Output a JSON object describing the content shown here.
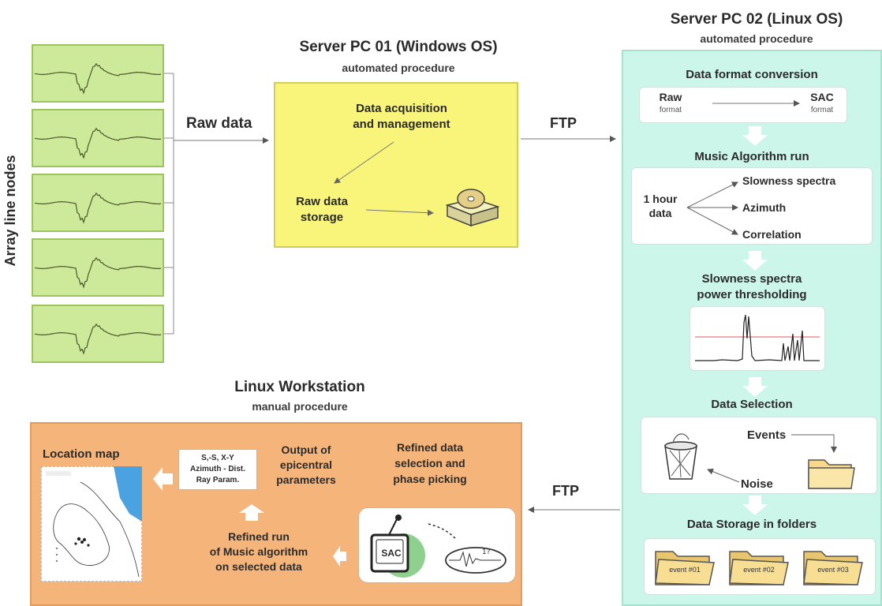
{
  "array": {
    "label": "Array line nodes",
    "node_count": 5
  },
  "raw_data_label": "Raw data",
  "ftp_label_top": "FTP",
  "ftp_label_bottom": "FTP",
  "server1": {
    "title": "Server PC 01 (Windows OS)",
    "subtitle": "automated procedure",
    "acquisition": "Data acquisition\nand management",
    "storage": "Raw data\nstorage"
  },
  "server2": {
    "title": "Server PC 02 (Linux OS)",
    "subtitle": "automated procedure",
    "conversion": {
      "title": "Data format conversion",
      "raw": "Raw",
      "raw_sub": "format",
      "sac": "SAC",
      "sac_sub": "format"
    },
    "music": {
      "title": "Music Algorithm run",
      "input": "1 hour\ndata",
      "outputs": [
        "Slowness spectra",
        "Azimuth",
        "Correlation"
      ]
    },
    "threshold": {
      "title": "Slowness spectra\npower thresholding"
    },
    "selection": {
      "title": "Data Selection",
      "events": "Events",
      "noise": "Noise"
    },
    "storage": {
      "title": "Data Storage in folders",
      "folders": [
        "event #01",
        "event #02",
        "event #03"
      ]
    }
  },
  "workstation": {
    "title": "Linux Workstation",
    "subtitle": "manual procedure",
    "location_map": "Location map",
    "params_box": "S,-S,   X-Y\nAzimuth - Dist.\nRay Param.",
    "output": "Output of\nepicentral\nparameters",
    "refined_selection": "Refined data\nselection and\nphase picking",
    "refined_run": "Refined run\nof Music algorithm\non selected data",
    "sac_label": "SAC"
  },
  "colors": {
    "node_fill": "#cde99a",
    "yellow_fill": "#f9f57a",
    "teal_fill": "#cdf6ea",
    "orange_fill": "#f5b47a"
  }
}
